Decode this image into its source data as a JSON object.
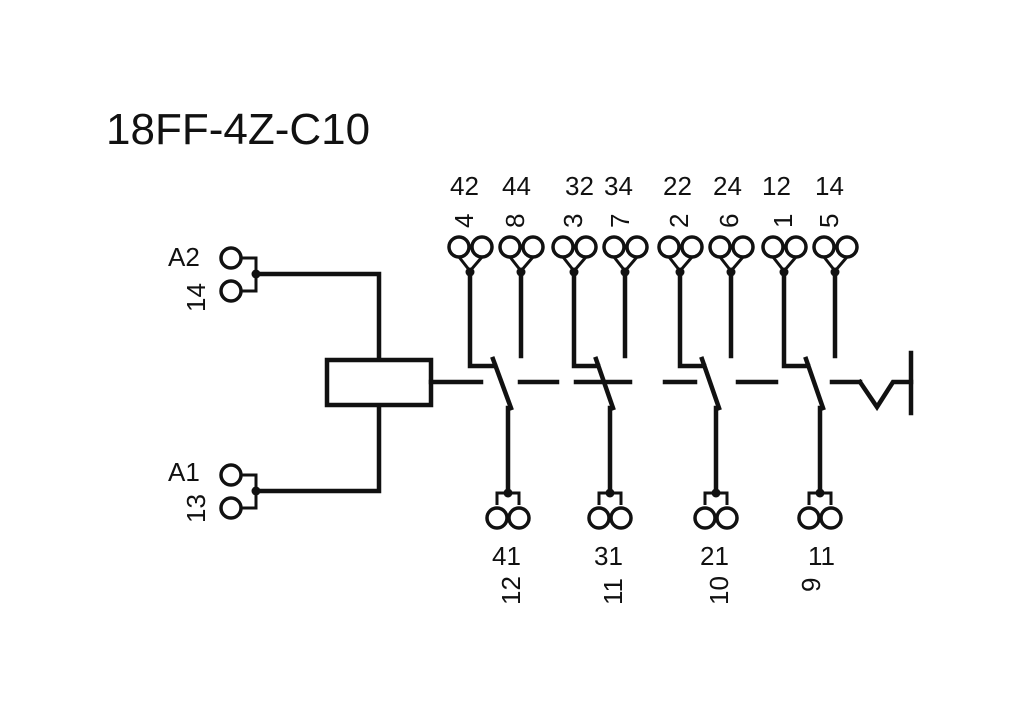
{
  "title": "18FF-4Z-C10",
  "coil": {
    "top_terminal": {
      "label": "A2",
      "pin": "14"
    },
    "bottom_terminal": {
      "label": "A1",
      "pin": "13"
    }
  },
  "contacts": [
    {
      "no_label": "42",
      "no_pin": "4",
      "nc_label": "44",
      "nc_pin": "8",
      "common_label": "41",
      "common_pin": "12"
    },
    {
      "no_label": "32",
      "no_pin": "3",
      "nc_label": "34",
      "nc_pin": "7",
      "common_label": "31",
      "common_pin": "11"
    },
    {
      "no_label": "22",
      "no_pin": "2",
      "nc_label": "24",
      "nc_pin": "6",
      "common_label": "21",
      "common_pin": "10"
    },
    {
      "no_label": "12",
      "no_pin": "1",
      "nc_label": "14",
      "nc_pin": "5",
      "common_label": "11",
      "common_pin": "9"
    }
  ]
}
